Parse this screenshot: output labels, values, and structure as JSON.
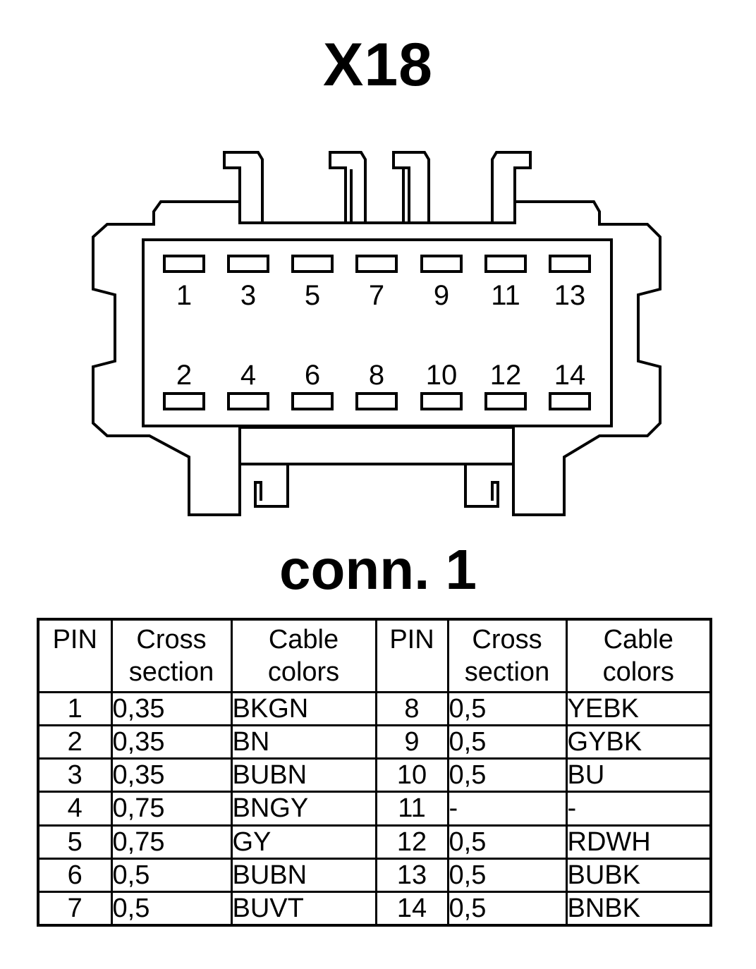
{
  "title": "X18",
  "connector_label": "conn. 1",
  "connector": {
    "top_row_pins": [
      "1",
      "3",
      "5",
      "7",
      "9",
      "11",
      "13"
    ],
    "bottom_row_pins": [
      "2",
      "4",
      "6",
      "8",
      "10",
      "12",
      "14"
    ]
  },
  "table": {
    "headers": {
      "pin": "PIN",
      "cross_line1": "Cross",
      "cross_line2": "section",
      "cable_line1": "Cable",
      "cable_line2": "colors"
    },
    "rows": [
      {
        "pin_a": "1",
        "cross_a": "0,35",
        "color_a": "BKGN",
        "pin_b": "8",
        "cross_b": "0,5",
        "color_b": "YEBK"
      },
      {
        "pin_a": "2",
        "cross_a": "0,35",
        "color_a": "BN",
        "pin_b": "9",
        "cross_b": "0,5",
        "color_b": "GYBK"
      },
      {
        "pin_a": "3",
        "cross_a": "0,35",
        "color_a": "BUBN",
        "pin_b": "10",
        "cross_b": "0,5",
        "color_b": "BU"
      },
      {
        "pin_a": "4",
        "cross_a": "0,75",
        "color_a": "BNGY",
        "pin_b": "11",
        "cross_b": "-",
        "color_b": "-"
      },
      {
        "pin_a": "5",
        "cross_a": "0,75",
        "color_a": "GY",
        "pin_b": "12",
        "cross_b": "0,5",
        "color_b": "RDWH"
      },
      {
        "pin_a": "6",
        "cross_a": "0,5",
        "color_a": "BUBN",
        "pin_b": "13",
        "cross_b": "0,5",
        "color_b": "BUBK"
      },
      {
        "pin_a": "7",
        "cross_a": "0,5",
        "color_a": "BUVT",
        "pin_b": "14",
        "cross_b": "0,5",
        "color_b": "BNBK"
      }
    ]
  }
}
